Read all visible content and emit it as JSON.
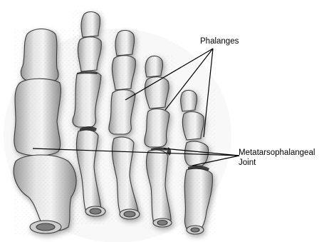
{
  "labels": {
    "phalanges": "Phalanges",
    "mtp_line1": "Metatarsophalangeal",
    "mtp_line2": "Joint"
  },
  "colors": {
    "background": "#ffffff",
    "bone_light": "#eeeeee",
    "bone_mid": "#c9c9c9",
    "bone_shadow": "#8a8a8a",
    "outline": "#3a3a3a",
    "leader_line": "#000000"
  }
}
